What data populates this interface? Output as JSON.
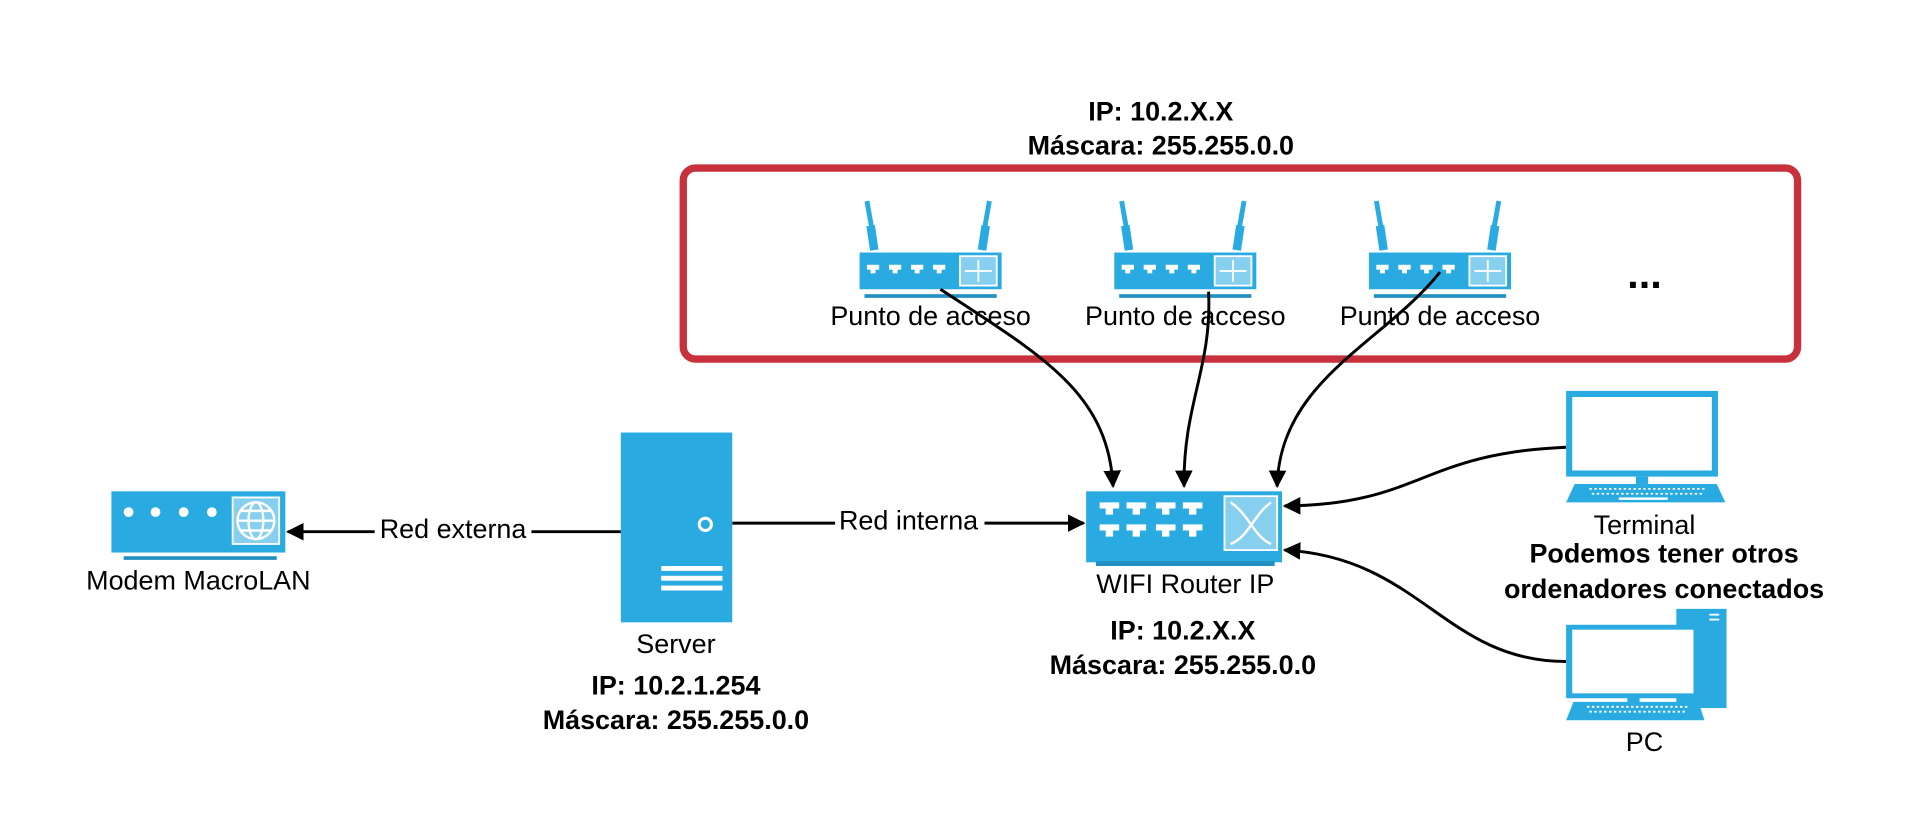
{
  "colors": {
    "device": "#29abe2",
    "group_border": "#c8313c",
    "connector": "#000000"
  },
  "access_point_group": {
    "ip": "IP: 10.2.X.X",
    "mask": "Máscara: 255.255.0.0",
    "access_points": [
      {
        "label": "Punto de acceso"
      },
      {
        "label": "Punto de acceso"
      },
      {
        "label": "Punto de acceso"
      }
    ],
    "more": "..."
  },
  "modem": {
    "label": "Modem MacroLAN"
  },
  "server": {
    "label": "Server",
    "ip": "IP: 10.2.1.254",
    "mask": "Máscara: 255.255.0.0"
  },
  "router": {
    "label": "WIFI Router IP",
    "ip": "IP: 10.2.X.X",
    "mask": "Máscara: 255.255.0.0"
  },
  "terminal": {
    "label": "Terminal"
  },
  "pc": {
    "label": "PC"
  },
  "note": {
    "line1": "Podemos tener otros",
    "line2": "ordenadores conectados"
  },
  "links": {
    "external": "Red externa",
    "internal": "Red interna"
  }
}
